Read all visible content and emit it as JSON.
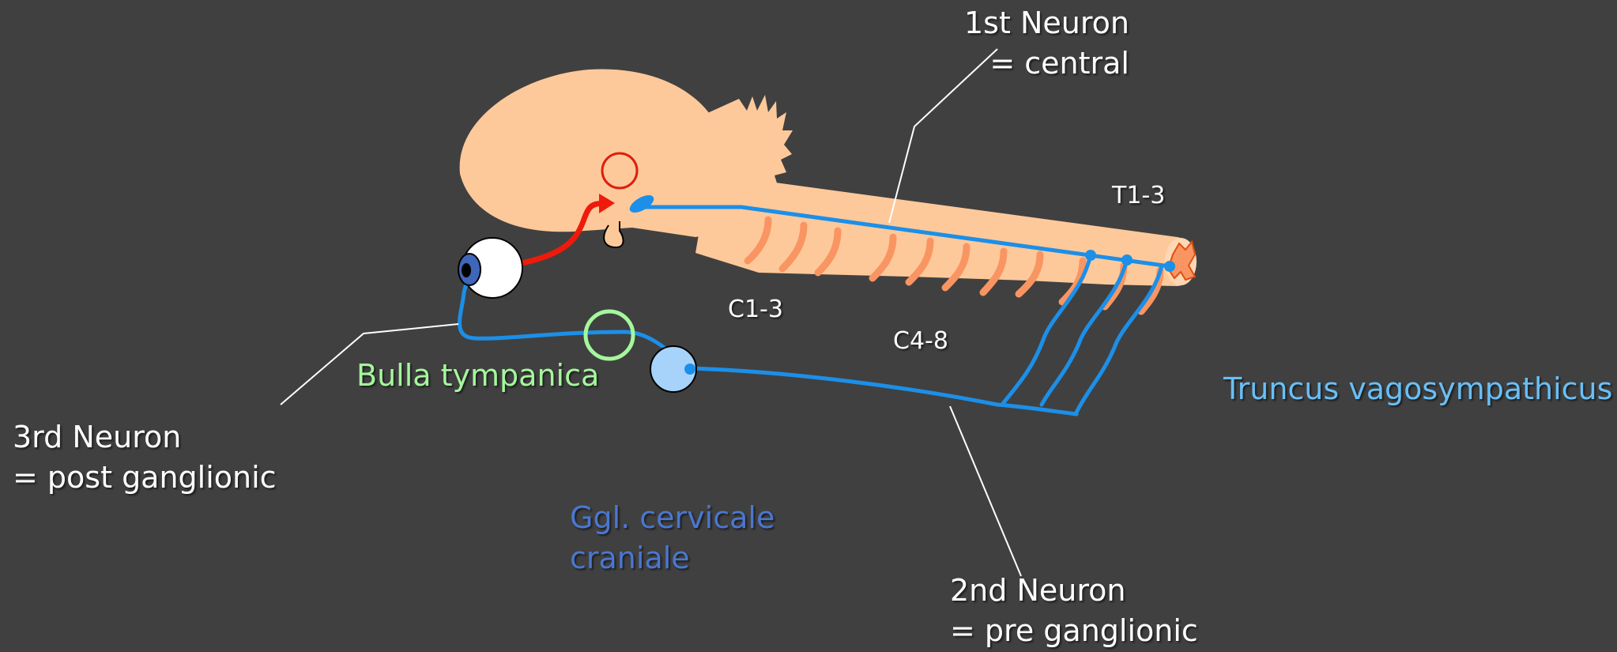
{
  "labels": {
    "first_neuron_line1": "1st Neuron",
    "first_neuron_line2": "= central",
    "second_neuron_line1": "2nd Neuron",
    "second_neuron_line2": "= pre ganglionic",
    "third_neuron_line1": "3rd Neuron",
    "third_neuron_line2": "= post ganglionic",
    "bulla_tympanica": "Bulla tympanica",
    "ggl_line1": "Ggl. cervicale",
    "ggl_line2": "craniale",
    "truncus": "Truncus vagosympathicus",
    "c1_3": "C1-3",
    "c4_8": "C4-8",
    "t1_3": "T1-3"
  },
  "colors": {
    "background": "#404040",
    "brain": "#fec99a",
    "nerve_roots": "#f99562",
    "neuron_path": "#1c8fe8",
    "ganglion": "#a7d3fb",
    "eye_iris": "#3f66b8",
    "bulla_ring": "#a5f79c",
    "hypothalamus_ring": "#dd1f0d",
    "reflex_arrow": "#ee1b0c",
    "bulla_text": "#a5f79c",
    "ggl_text": "#4a77cf",
    "truncus_text": "#69bff6",
    "leader_lines": "#ffffff"
  }
}
